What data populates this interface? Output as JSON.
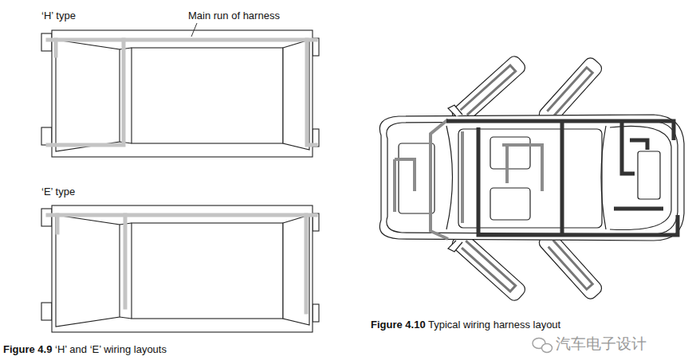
{
  "diagram": {
    "caption": "Figure 4.9 ‘H’ and ‘E’ wiring layouts",
    "labels": [
      "‘H’ type",
      "Main run of harness",
      "‘E’ type",
      "Figure 4.10 Typical wiring harness layout",
      "汽车电子设计"
    ]
  }
}
